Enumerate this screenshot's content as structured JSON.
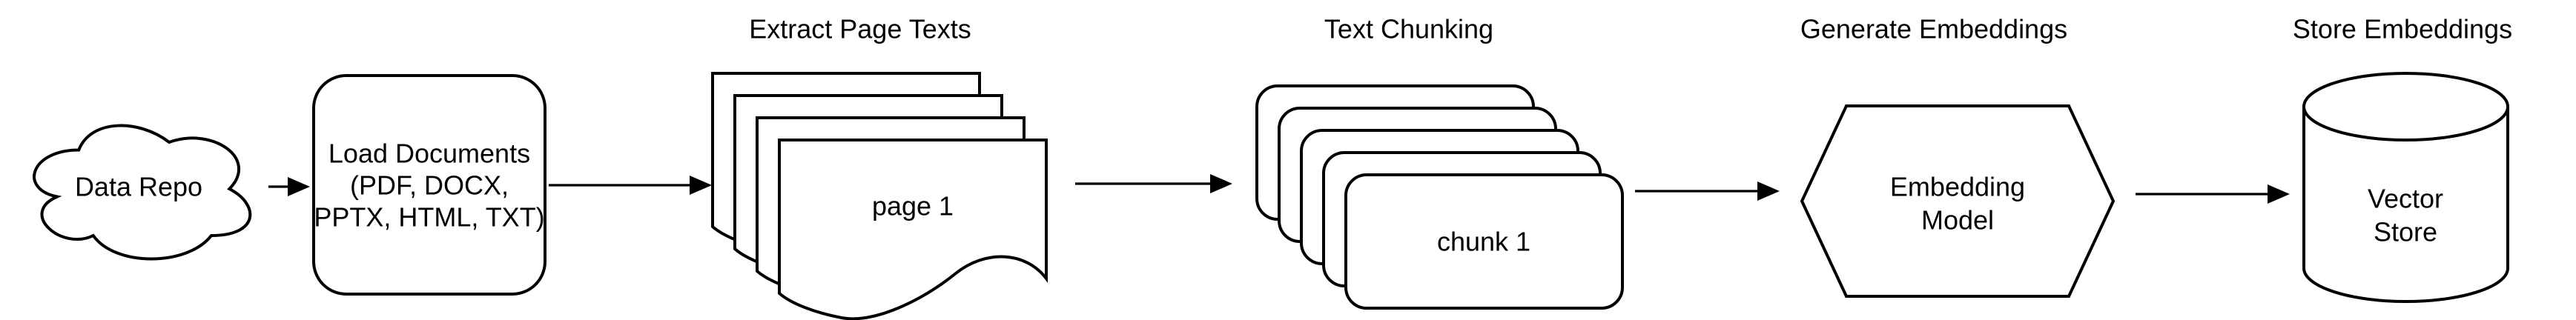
{
  "diagram": {
    "type": "flow-diagram",
    "background": "#ffffff",
    "stroke_color": "#000000",
    "text_color": "#000000",
    "stage_labels": {
      "extract": "Extract Page Texts",
      "chunking": "Text Chunking",
      "generate": "Generate Embeddings",
      "store": "Store Embeddings"
    },
    "nodes": {
      "data_repo": {
        "shape": "cloud",
        "label": "Data Repo"
      },
      "load_documents": {
        "shape": "rounded-rectangle",
        "line1": "Load Documents",
        "line2": "(PDF, DOCX,",
        "line3": "PPTX, HTML, TXT)"
      },
      "page_stack": {
        "shape": "document-stack",
        "count": 4,
        "front_label": "page 1"
      },
      "chunk_stack": {
        "shape": "rounded-rect-stack",
        "count": 5,
        "front_label": "chunk 1"
      },
      "embedding_model": {
        "shape": "hexagon",
        "line1": "Embedding",
        "line2": "Model"
      },
      "vector_store": {
        "shape": "cylinder",
        "line1": "Vector",
        "line2": "Store"
      }
    },
    "connections": [
      "data_repo -> load_documents",
      "load_documents -> page_stack",
      "page_stack -> chunk_stack",
      "chunk_stack -> embedding_model",
      "embedding_model -> vector_store"
    ]
  }
}
